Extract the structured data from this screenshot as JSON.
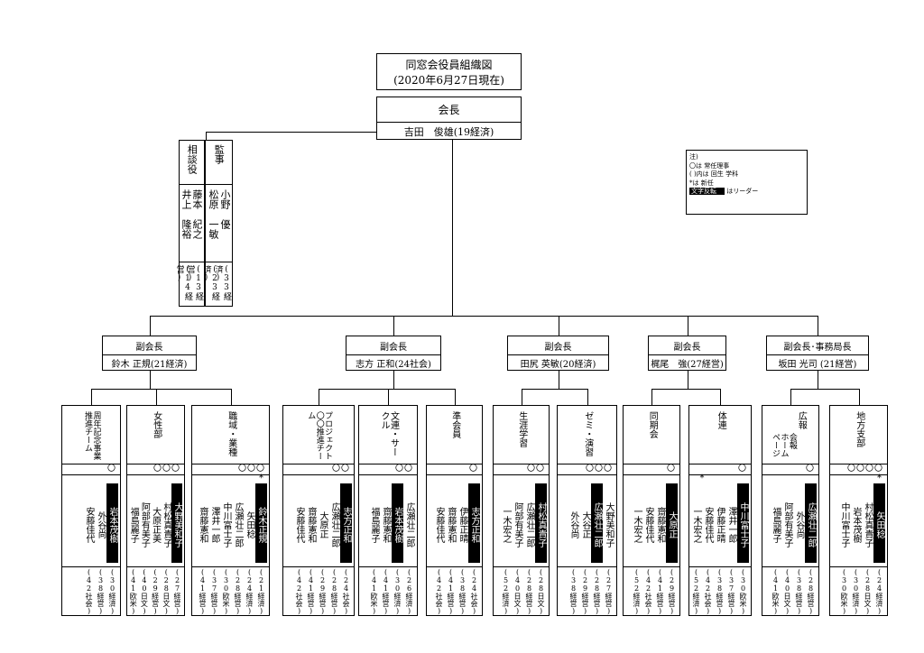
{
  "title": {
    "line1": "同窓会役員組織図",
    "line2": "(2020年6月27日現在)"
  },
  "president": {
    "role": "会長",
    "name": "吉田　俊雄(19経済)"
  },
  "advisor": {
    "role": "相談役",
    "members": [
      {
        "name": "藤本　紀之",
        "year": "(13経営)"
      },
      {
        "name": "井上　隆裕",
        "year": "(14経営)"
      }
    ]
  },
  "auditor": {
    "role": "監事",
    "members": [
      {
        "name": "松原　一敏",
        "year": "(23経済)"
      },
      {
        "name": "小野　優",
        "year": "(33経済)"
      }
    ]
  },
  "note": {
    "line1": "注)",
    "line2": "〇は 常任理事",
    "line3": "( )内は 回生 学科",
    "line4": "*は 新任",
    "line5a": "文字反転",
    "line5b": "はリーダー"
  },
  "vps": [
    {
      "role": "副会長",
      "name": "鈴木 正規(21経済)"
    },
    {
      "role": "副会長",
      "name": "志方 正和(24社会)"
    },
    {
      "role": "副会長",
      "name": "田尻 英敏(20経済)"
    },
    {
      "role": "副会長",
      "name": "梶尾　強(27経営)"
    },
    {
      "role": "副会長･事務局長",
      "name": "坂田 光司 (21経営)"
    }
  ],
  "committees": [
    {
      "name": "周年記念事業推進チーム",
      "circles": "〇",
      "new": "",
      "members": [
        {
          "name": "岩本茂樹",
          "year": "(30経済)",
          "leader": true
        },
        {
          "name": "外谷尚",
          "year": "(38経営)",
          "leader": false
        },
        {
          "name": "安藤佳代",
          "year": "(42社会)",
          "leader": false
        }
      ]
    },
    {
      "name": "女性部",
      "circles": "〇〇〇",
      "new": "",
      "members": [
        {
          "name": "大野美和子",
          "year": "(27経営)",
          "leader": true
        },
        {
          "name": "村松真貴子",
          "year": "(28日文)",
          "leader": false
        },
        {
          "name": "大原正美",
          "year": "(29経営)",
          "leader": false
        },
        {
          "name": "阿部有美子",
          "year": "(40日文)",
          "leader": false
        },
        {
          "name": "福島麗子",
          "year": "(41欧米)",
          "leader": false
        }
      ]
    },
    {
      "name": "職域・業種",
      "circles": "〇〇〇",
      "new": "*",
      "members": [
        {
          "name": "鈴木正規",
          "year": "(21経済)",
          "leader": true
        },
        {
          "name": "矢田稔",
          "year": "(24経済)",
          "leader": false
        },
        {
          "name": "広瀬壮二郎",
          "year": "(28経営)",
          "leader": false
        },
        {
          "name": "中川富士子",
          "year": "(30欧米)",
          "leader": false
        },
        {
          "name": "澤井一郎",
          "year": "(37経営)",
          "leader": false
        },
        {
          "name": "齋藤憲和",
          "year": "(41経営)",
          "leader": false
        }
      ]
    },
    {
      "name": "プロジェクト〇〇推進チーム",
      "circles": "〇〇",
      "new": "",
      "members": [
        {
          "name": "志方正和",
          "year": "(24社会)",
          "leader": true
        },
        {
          "name": "広瀬壮二郎",
          "year": "(28経営)",
          "leader": false
        },
        {
          "name": "大原正",
          "year": "(29経営)",
          "leader": false
        },
        {
          "name": "齋藤憲和",
          "year": "(41経営)",
          "leader": false
        },
        {
          "name": "安藤佳代",
          "year": "(42社会)",
          "leader": false
        }
      ]
    },
    {
      "name": "文連・サークル",
      "circles": "〇〇",
      "new": "",
      "members": [
        {
          "name": "広瀬壮二郎",
          "year": "(26経済)",
          "leader": false
        },
        {
          "name": "岩本茂樹",
          "year": "(30経済)",
          "leader": true
        },
        {
          "name": "齋藤憲和",
          "year": "(41経営)",
          "leader": false
        },
        {
          "name": "福島麗子",
          "year": "(41欧米)",
          "leader": false
        }
      ]
    },
    {
      "name": "準会員",
      "circles": "〇",
      "new": "",
      "members": [
        {
          "name": "志方正和",
          "year": "(24社会)",
          "leader": true
        },
        {
          "name": "伊藤正晴",
          "year": "(38経営)",
          "leader": false
        },
        {
          "name": "齋藤憲和",
          "year": "(41経営)",
          "leader": false
        },
        {
          "name": "安藤佳代",
          "year": "(42社会)",
          "leader": false
        }
      ]
    },
    {
      "name": "生涯学習",
      "circles": "〇〇",
      "new": "",
      "members": [
        {
          "name": "村松真貴子",
          "year": "(28日文)",
          "leader": true
        },
        {
          "name": "広瀬壮二郎",
          "year": "(28経営)",
          "leader": false
        },
        {
          "name": "阿部有美子",
          "year": "(40日文)",
          "leader": false
        },
        {
          "name": "一木宏之",
          "year": "(52経済)",
          "leader": false
        }
      ]
    },
    {
      "name": "ゼミ・演習",
      "circles": "〇〇〇",
      "new": "",
      "members": [
        {
          "name": "大野美和子",
          "year": "(27経営)",
          "leader": false
        },
        {
          "name": "広瀬壮二郎",
          "year": "(28経営)",
          "leader": true
        },
        {
          "name": "大谷正",
          "year": "(29経営)",
          "leader": false
        },
        {
          "name": "外谷尚",
          "year": "(38経営)",
          "leader": false
        }
      ]
    },
    {
      "name": "同期会",
      "circles": "〇",
      "new": "",
      "members": [
        {
          "name": "大原正",
          "year": "(29経営)",
          "leader": true
        },
        {
          "name": "齋藤憲和",
          "year": "(41経営)",
          "leader": false
        },
        {
          "name": "安藤佳代",
          "year": "(42社会)",
          "leader": false
        },
        {
          "name": "一木宏之",
          "year": "(52経済)",
          "leader": false
        }
      ]
    },
    {
      "name": "体連",
      "circles": "〇",
      "new": "*",
      "members": [
        {
          "name": "中川富士子",
          "year": "(30欧米)",
          "leader": true
        },
        {
          "name": "澤井一郎",
          "year": "(37経営)",
          "leader": false
        },
        {
          "name": "伊藤正晴",
          "year": "(38経営)",
          "leader": false
        },
        {
          "name": "安藤佳代",
          "year": "(42社会)",
          "leader": false
        },
        {
          "name": "一木宏之",
          "year": "(52経済)",
          "leader": false
        }
      ]
    },
    {
      "name": "広報",
      "sub": [
        "会報",
        "ホームページ"
      ],
      "circles": "〇",
      "new": "",
      "members": [
        {
          "name": "広瀬壮二郎",
          "year": "(28経営)",
          "leader": true
        },
        {
          "name": "外谷尚",
          "year": "(38経営)",
          "leader": false
        },
        {
          "name": "阿部有美子",
          "year": "(40日文)",
          "leader": false
        },
        {
          "name": "福島麗子",
          "year": "(41欧米)",
          "leader": false
        }
      ]
    },
    {
      "name": "地方支部",
      "circles": "〇〇〇〇",
      "new": "*",
      "members": [
        {
          "name": "矢田稔",
          "year": "(24経済)",
          "leader": true
        },
        {
          "name": "村松真貴子",
          "year": "(28日文)",
          "leader": false
        },
        {
          "name": "岩本茂樹",
          "year": "(30経済)",
          "leader": false
        },
        {
          "name": "中川富士子",
          "year": "(30欧米)",
          "leader": false
        }
      ]
    }
  ]
}
